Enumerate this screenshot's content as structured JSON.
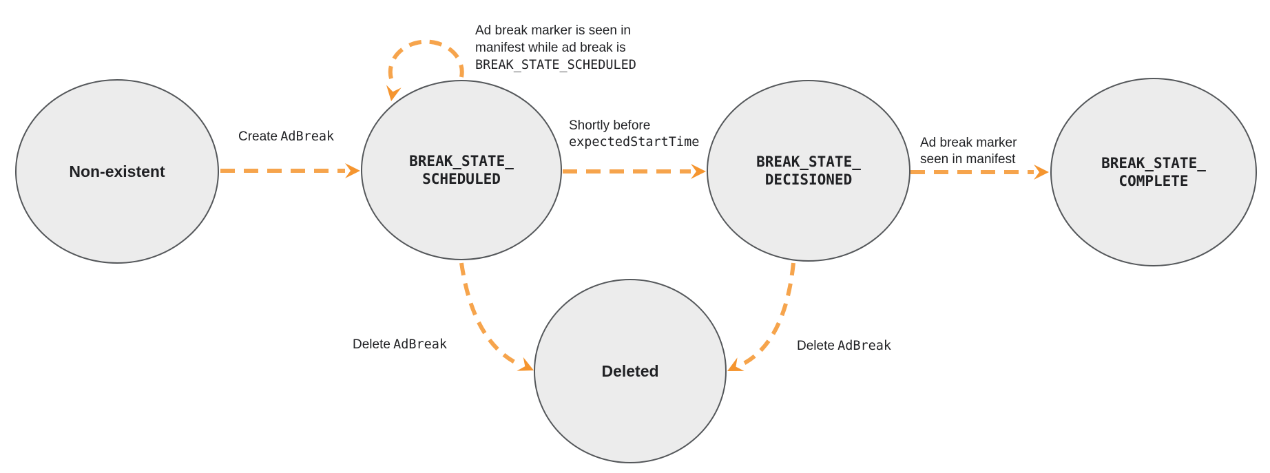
{
  "colors": {
    "arrow": "#F6A44C",
    "arrowhead": "#F5952F",
    "state_fill": "#ECECEC",
    "state_border": "#54575A",
    "text": "#202124"
  },
  "states": {
    "non_existent": {
      "label": "Non-existent"
    },
    "scheduled": {
      "label": "BREAK_STATE_\nSCHEDULED"
    },
    "decisioned": {
      "label": "BREAK_STATE_\nDECISIONED"
    },
    "complete": {
      "label": "BREAK_STATE_\nCOMPLETE"
    },
    "deleted": {
      "label": "Deleted"
    }
  },
  "transitions": {
    "create_adbreak": {
      "from": "Non-existent",
      "to": "BREAK_STATE_SCHEDULED",
      "plain": "Create",
      "code": "AdBreak"
    },
    "self_loop_scheduled": {
      "from": "BREAK_STATE_SCHEDULED",
      "to": "BREAK_STATE_SCHEDULED",
      "line1": "Ad break marker is seen in",
      "line2": "manifest while ad break is",
      "code_line": "BREAK_STATE_SCHEDULED"
    },
    "shortly_before": {
      "from": "BREAK_STATE_SCHEDULED",
      "to": "BREAK_STATE_DECISIONED",
      "plain": "Shortly before",
      "code": "expectedStartTime"
    },
    "marker_seen": {
      "from": "BREAK_STATE_DECISIONED",
      "to": "BREAK_STATE_COMPLETE",
      "label": "Ad break marker\nseen in manifest"
    },
    "delete_from_scheduled": {
      "from": "BREAK_STATE_SCHEDULED",
      "to": "Deleted",
      "plain": "Delete",
      "code": "AdBreak"
    },
    "delete_from_decisioned": {
      "from": "BREAK_STATE_DECISIONED",
      "to": "Deleted",
      "plain": "Delete",
      "code": "AdBreak"
    }
  }
}
